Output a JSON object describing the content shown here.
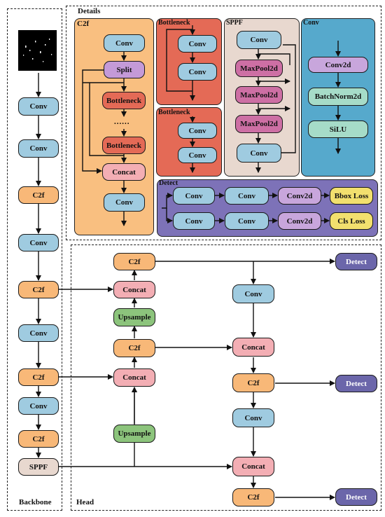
{
  "sections": {
    "backbone": "Backbone",
    "head": "Head",
    "details": "Details"
  },
  "backbone": [
    "Conv",
    "Conv",
    "C2f",
    "Conv",
    "C2f",
    "Conv",
    "C2f",
    "Conv",
    "C2f",
    "SPPF"
  ],
  "head": {
    "c2f_top": "C2f",
    "concat_1": "Concat",
    "upsample_1": "Upsample",
    "c2f_mid": "C2f",
    "concat_2": "Concat",
    "upsample_2": "Upsample",
    "conv_r1": "Conv",
    "concat_r1": "Concat",
    "c2f_r1": "C2f",
    "conv_r2": "Conv",
    "concat_r2": "Concat",
    "c2f_r2": "C2f",
    "detect_1": "Detect",
    "detect_2": "Detect",
    "detect_3": "Detect"
  },
  "details": {
    "c2f": {
      "title": "C2f",
      "conv_in": "Conv",
      "split": "Split",
      "bottleneck_1": "Bottleneck",
      "dots": "......",
      "bottleneck_2": "Bottleneck",
      "concat": "Concat",
      "conv_out": "Conv"
    },
    "bottleneck_a": {
      "title": "Bottleneck",
      "conv_1": "Conv",
      "conv_2": "Conv"
    },
    "bottleneck_b": {
      "title": "Bottleneck",
      "conv_1": "Conv",
      "conv_2": "Conv"
    },
    "sppf": {
      "title": "SPPF",
      "conv_in": "Conv",
      "pool_1": "MaxPool2d",
      "pool_2": "MaxPool2d",
      "pool_3": "MaxPool2d",
      "conv_out": "Conv"
    },
    "conv": {
      "title": "Conv",
      "conv2d": "Conv2d",
      "bn": "BatchNorm2d",
      "act": "SiLU"
    },
    "detect": {
      "title": "Detect",
      "row_1": [
        "Conv",
        "Conv",
        "Conv2d",
        "Bbox Loss"
      ],
      "row_2": [
        "Conv",
        "Conv",
        "Conv2d",
        "Cls Loss"
      ]
    }
  },
  "colors": {
    "conv": "#9fcbe0",
    "c2f": "#f8b878",
    "split": "#c49ad8",
    "bottleneck": "#e46a56",
    "concat": "#f3aeb4",
    "upsample": "#8cc47c",
    "sppf": "#e8d8cf",
    "maxpool": "#cd6fa4",
    "conv2d": "#c8a6dc",
    "batchnorm": "#a6dcc8",
    "loss": "#f2e06e",
    "detect": "#6b66aa",
    "panel_c2f": "#f9bf80",
    "panel_bottleneck": "#e46a56",
    "panel_sppf": "#e8d8cf",
    "panel_conv": "#56a9cc",
    "panel_detect": "#7d72b8"
  }
}
